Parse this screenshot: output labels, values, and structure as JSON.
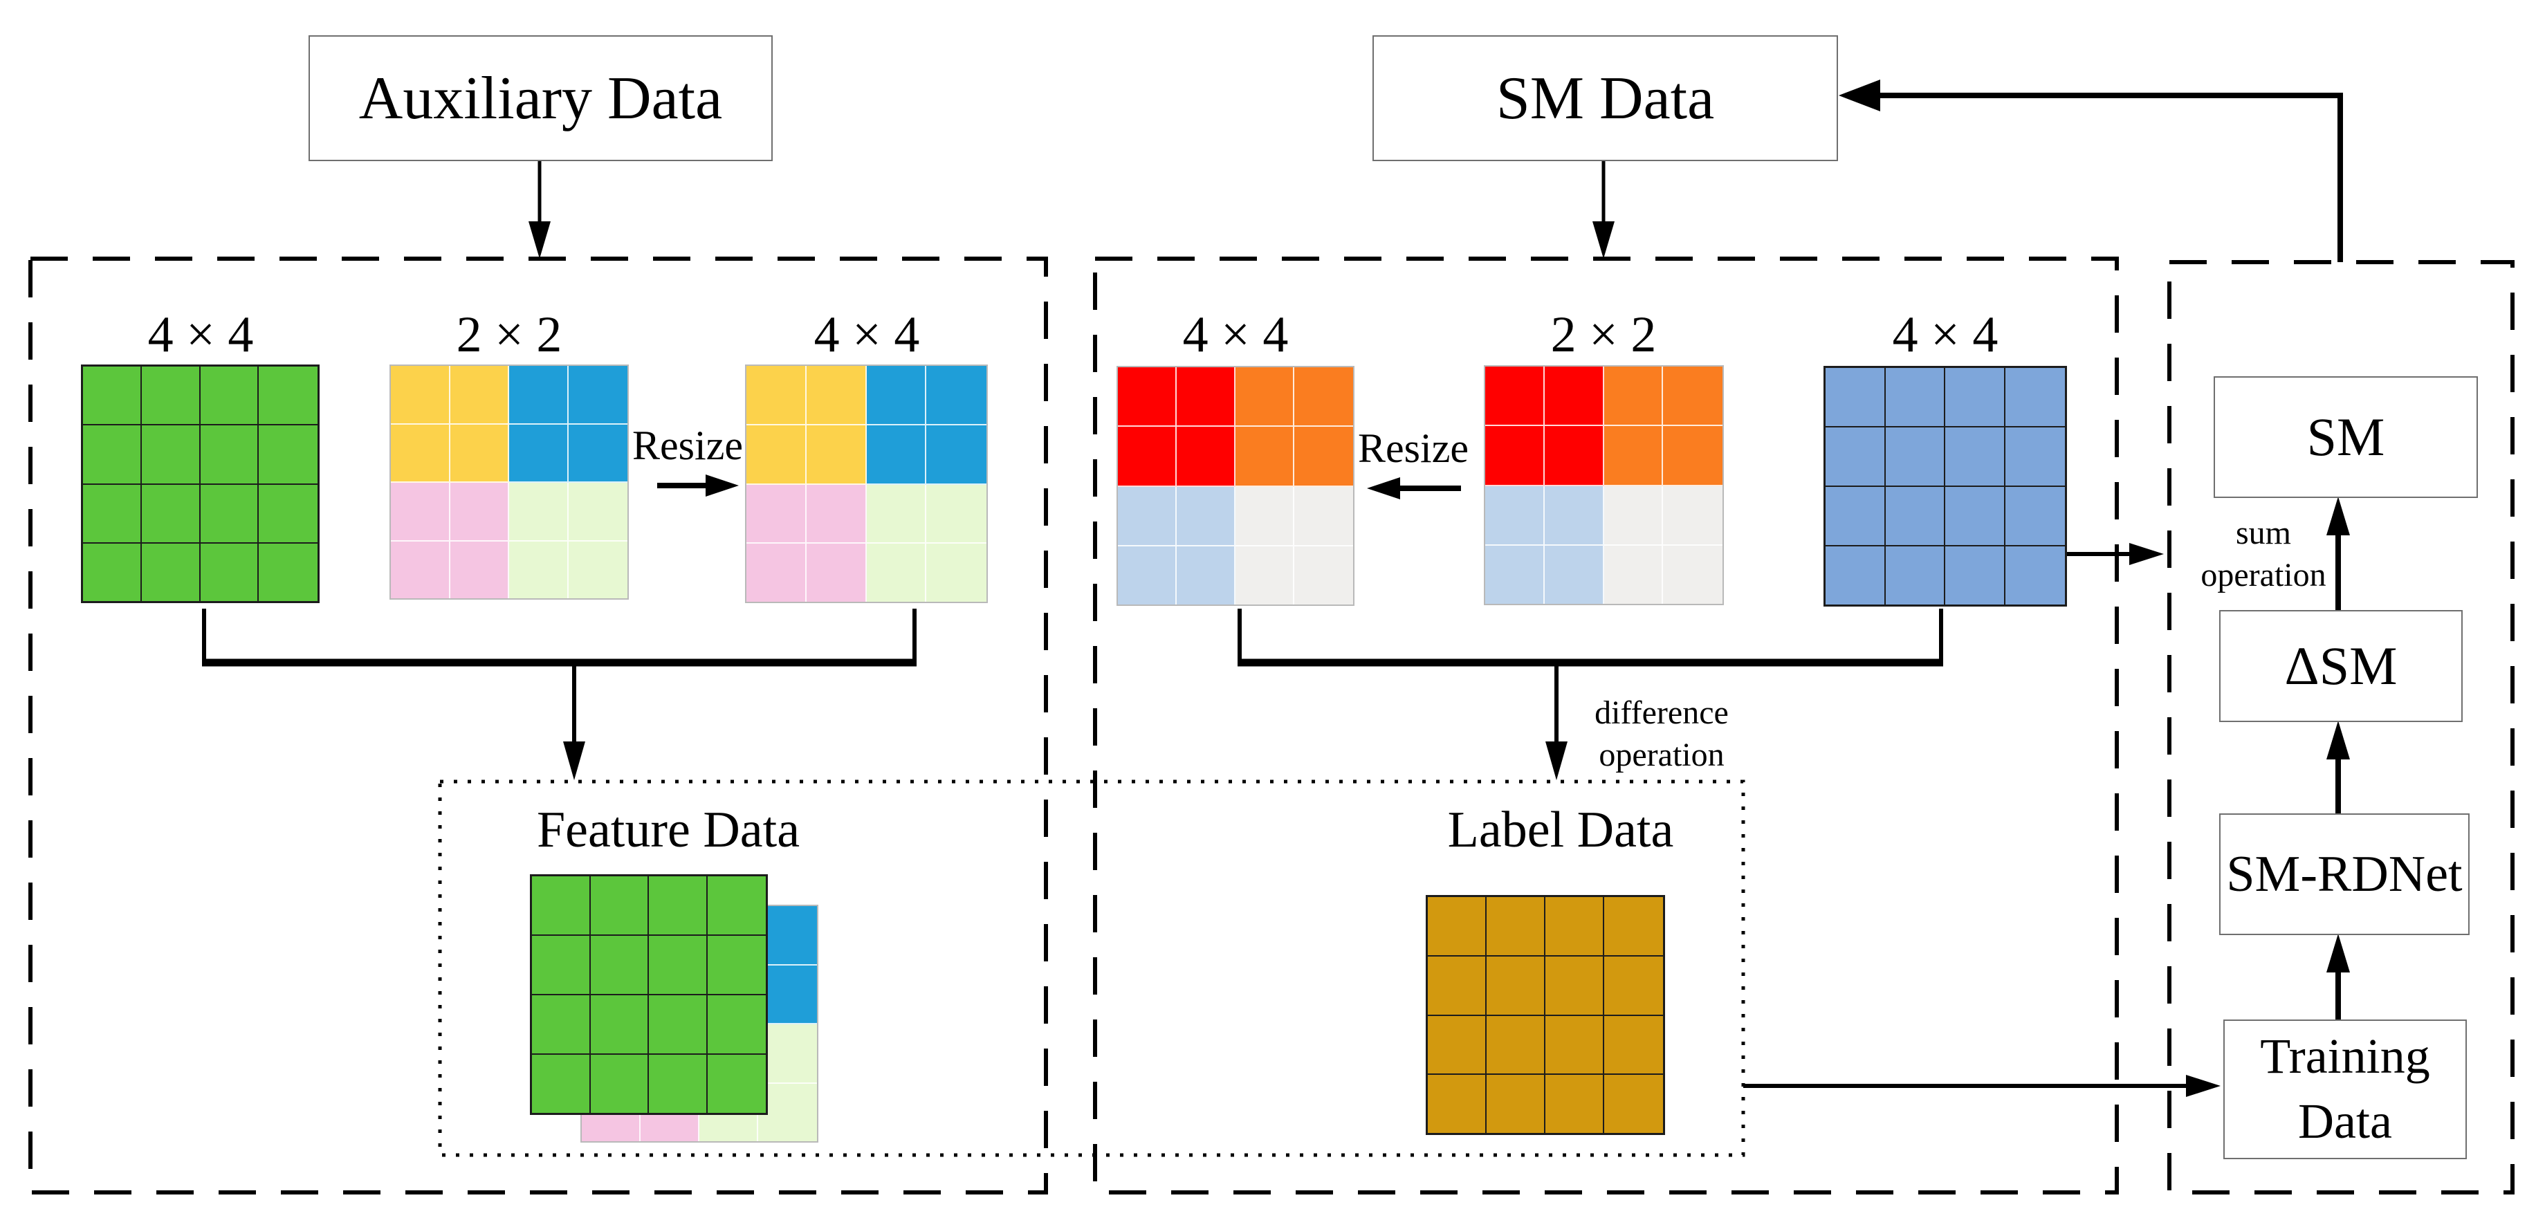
{
  "palette": {
    "green": "#5CC63C",
    "yellow": "#FCD24B",
    "azure": "#1F9ED8",
    "pink": "#F5C5E2",
    "palegreen": "#E7F8D2",
    "red": "#FF0000",
    "orange": "#FA7D20",
    "lightblue": "#BDD3EB",
    "lightgray": "#F0EFED",
    "steelblue": "#7EA6DA",
    "goldenrod": "#D2990F",
    "line_dark": "#1c1c1c",
    "line_light": "#b9b9b9",
    "wire": "#000000",
    "box_border": "#6f6f6f"
  },
  "top": {
    "auxiliary": "Auxiliary Data",
    "sm": "SM Data"
  },
  "aux_panel": {
    "caption_hr": "4 × 4",
    "caption_lr": "2 × 2",
    "caption_resized": "4 × 4",
    "resize": "Resize"
  },
  "sm_panel": {
    "caption_resized": "4 × 4",
    "caption_lr": "2 × 2",
    "caption_hr": "4 × 4",
    "resize": "Resize",
    "difference_op": [
      "difference",
      "operation"
    ]
  },
  "dataset_panel": {
    "feature_title": "Feature Data",
    "label_title": "Label Data"
  },
  "right_panel": {
    "sm": "SM",
    "delta_sm": "ΔSM",
    "net": "SM-RDNet",
    "training": [
      "Training",
      "Data"
    ],
    "sum_op": [
      "sum",
      "operation"
    ]
  },
  "grids": {
    "aux_hr": {
      "cols": 4,
      "line": "dark",
      "cells": [
        "green",
        "green",
        "green",
        "green",
        "green",
        "green",
        "green",
        "green",
        "green",
        "green",
        "green",
        "green",
        "green",
        "green",
        "green",
        "green"
      ]
    },
    "aux_lr": {
      "cols": 4,
      "line": "light",
      "cells": [
        "yellow",
        "yellow",
        "azure",
        "azure",
        "yellow",
        "yellow",
        "azure",
        "azure",
        "pink",
        "pink",
        "palegreen",
        "palegreen",
        "pink",
        "pink",
        "palegreen",
        "palegreen"
      ]
    },
    "aux_resized": {
      "cols": 4,
      "line": "light",
      "cells": [
        "yellow",
        "yellow",
        "azure",
        "azure",
        "yellow",
        "yellow",
        "azure",
        "azure",
        "pink",
        "pink",
        "palegreen",
        "palegreen",
        "pink",
        "pink",
        "palegreen",
        "palegreen"
      ]
    },
    "sm_resized": {
      "cols": 4,
      "line": "light",
      "cells": [
        "red",
        "red",
        "orange",
        "orange",
        "red",
        "red",
        "orange",
        "orange",
        "lightblue",
        "lightblue",
        "lightgray",
        "lightgray",
        "lightblue",
        "lightblue",
        "lightgray",
        "lightgray"
      ]
    },
    "sm_lr": {
      "cols": 4,
      "line": "light",
      "cells": [
        "red",
        "red",
        "orange",
        "orange",
        "red",
        "red",
        "orange",
        "orange",
        "lightblue",
        "lightblue",
        "lightgray",
        "lightgray",
        "lightblue",
        "lightblue",
        "lightgray",
        "lightgray"
      ]
    },
    "sm_hr": {
      "cols": 4,
      "line": "dark",
      "cells": [
        "steelblue",
        "steelblue",
        "steelblue",
        "steelblue",
        "steelblue",
        "steelblue",
        "steelblue",
        "steelblue",
        "steelblue",
        "steelblue",
        "steelblue",
        "steelblue",
        "steelblue",
        "steelblue",
        "steelblue",
        "steelblue"
      ]
    },
    "feature_back": {
      "cols": 4,
      "line": "light",
      "cells": [
        "yellow",
        "yellow",
        "azure",
        "azure",
        "yellow",
        "yellow",
        "azure",
        "azure",
        "pink",
        "pink",
        "palegreen",
        "palegreen",
        "pink",
        "pink",
        "palegreen",
        "palegreen"
      ]
    },
    "feature_front": {
      "cols": 4,
      "line": "dark",
      "cells": [
        "green",
        "green",
        "green",
        "green",
        "green",
        "green",
        "green",
        "green",
        "green",
        "green",
        "green",
        "green",
        "green",
        "green",
        "green",
        "green"
      ]
    },
    "label": {
      "cols": 4,
      "line": "dark",
      "cells": [
        "goldenrod",
        "goldenrod",
        "goldenrod",
        "goldenrod",
        "goldenrod",
        "goldenrod",
        "goldenrod",
        "goldenrod",
        "goldenrod",
        "goldenrod",
        "goldenrod",
        "goldenrod",
        "goldenrod",
        "goldenrod",
        "goldenrod",
        "goldenrod"
      ]
    }
  }
}
